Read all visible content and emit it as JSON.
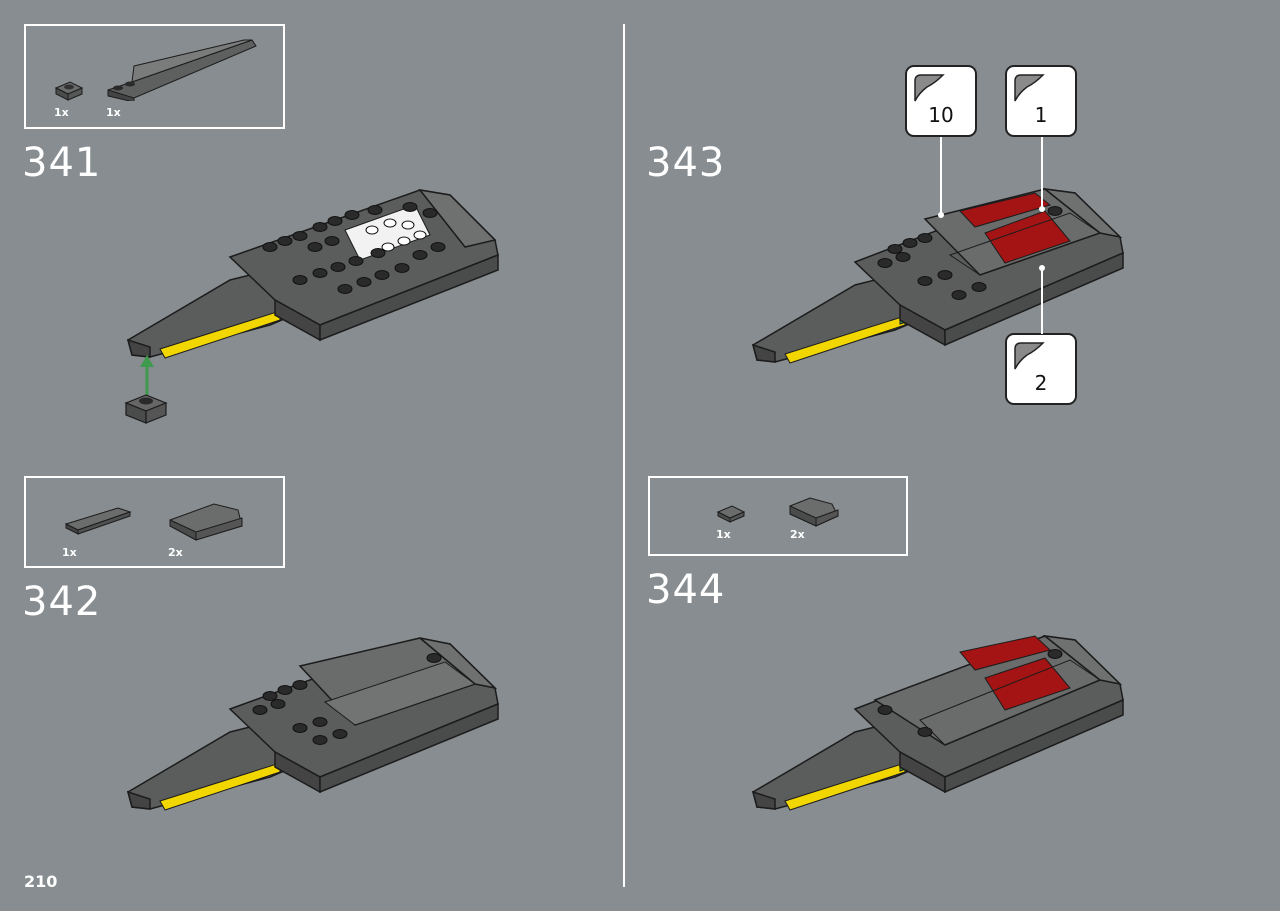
{
  "page": {
    "number": "210"
  },
  "steps": [
    {
      "number": "341",
      "parts": [
        {
          "qty": "1x",
          "icon": "dark-grey-round-plate-1x1"
        },
        {
          "qty": "1x",
          "icon": "dark-grey-curved-slope-long"
        }
      ]
    },
    {
      "number": "342",
      "parts": [
        {
          "qty": "1x",
          "icon": "dark-grey-tile-1x4"
        },
        {
          "qty": "2x",
          "icon": "dark-grey-curved-slope-2x4"
        }
      ]
    },
    {
      "number": "343",
      "stickers": [
        {
          "number": "10"
        },
        {
          "number": "1"
        },
        {
          "number": "2"
        }
      ]
    },
    {
      "number": "344",
      "parts": [
        {
          "qty": "1x",
          "icon": "dark-grey-tile-1x1"
        },
        {
          "qty": "2x",
          "icon": "dark-grey-curved-slope-2x2"
        }
      ]
    }
  ],
  "colors": {
    "background": "#878d90",
    "brick": "#5b5c5c",
    "brick_light": "#6f7070",
    "outline": "#1c1c1c",
    "yellow": "#f1d600",
    "green": "#2fa84f",
    "red": "#a51414",
    "arrow": "#3f9a4e",
    "white": "#ffffff"
  }
}
